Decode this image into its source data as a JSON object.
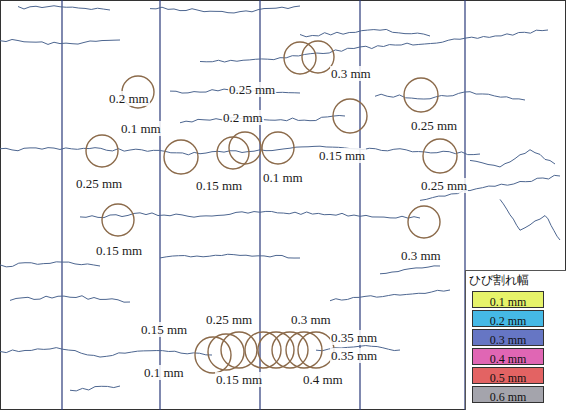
{
  "diagram": {
    "labels": [
      "0.2 mm",
      "0.3 mm",
      "0.25 mm",
      "0.1 mm",
      "0.2 mm",
      "0.25 mm",
      "0.15 mm",
      "0.25 mm",
      "0.15 mm",
      "0.1 mm",
      "0.25 mm",
      "0.15 mm",
      "0.3 mm",
      "0.15 mm",
      "0.25 mm",
      "0.3 mm",
      "0.35 mm",
      "0.35 mm",
      "0.1 mm",
      "0.15 mm",
      "0.4 mm",
      "ひび割れ幅"
    ],
    "legend": [
      {
        "text": "0.1 mm",
        "color": "#e6f36a"
      },
      {
        "text": "0.2 mm",
        "color": "#45b9e6"
      },
      {
        "text": "0.3 mm",
        "color": "#6676c4"
      },
      {
        "text": "0.4 mm",
        "color": "#e066b4"
      },
      {
        "text": "0.5 mm",
        "color": "#e36363"
      },
      {
        "text": "0.6 mm",
        "color": "#a4a4ac"
      }
    ]
  }
}
